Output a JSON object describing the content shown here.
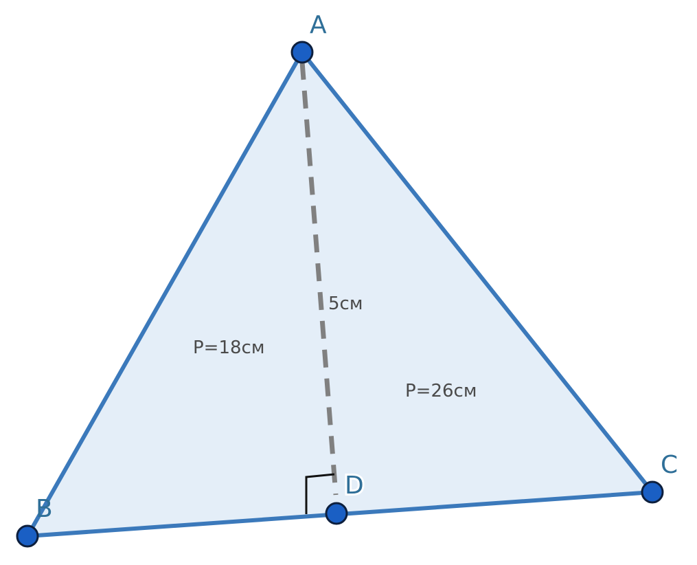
{
  "colors": {
    "fill": "#e4eef8",
    "edge": "#3b79bb",
    "height_line": "#808080",
    "point": "#1a5fc4",
    "point_outline": "#0d1f3d",
    "vertex_label": "#2f6f98",
    "measure_label": "#4a4a4a",
    "right_angle": "#111111"
  },
  "vertices": {
    "A": "A",
    "B": "B",
    "C": "C",
    "D": "D"
  },
  "labels": {
    "height": "5см",
    "left_perimeter": "P=18см",
    "right_perimeter": "P=26см"
  }
}
